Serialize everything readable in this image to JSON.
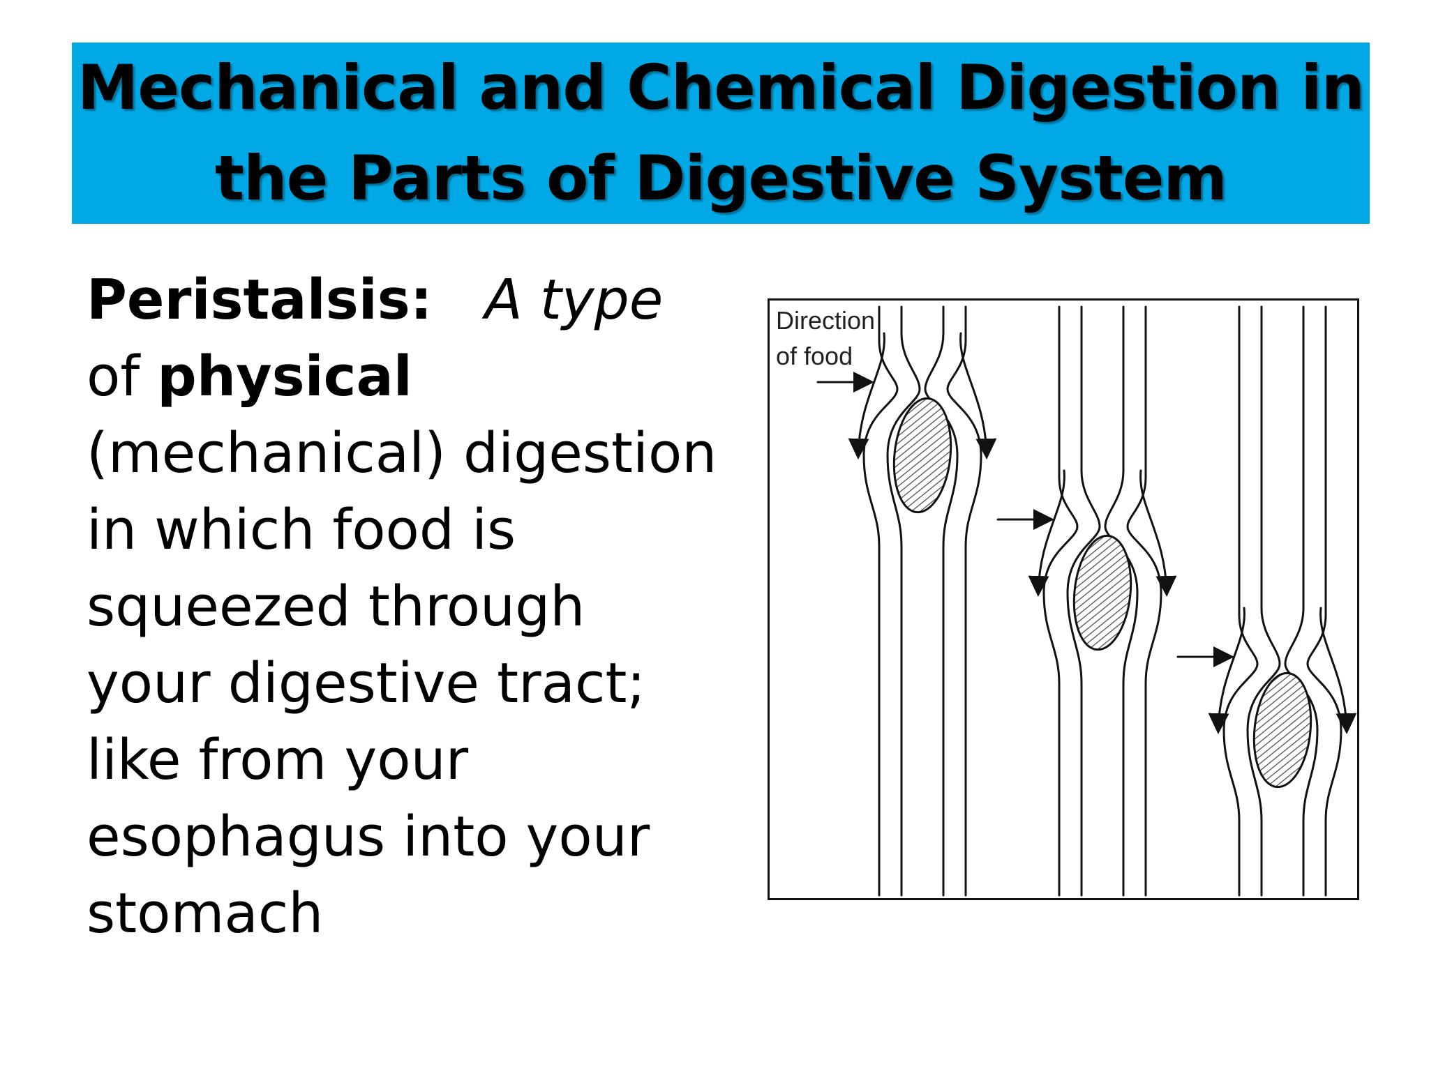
{
  "slide": {
    "title_line_1": "Mechanical and Chemical Digestion in",
    "title_line_2": "the Parts of Digestive System",
    "title_bg_color": "#00a9e6"
  },
  "body": {
    "term": "Peristalsis:",
    "line1_rest": "A type",
    "line2_prefix": "of",
    "line2_bold": "physical",
    "line3": "(mechanical) digestion",
    "line4": "in which food is",
    "line5": "squeezed through",
    "line6": "your digestive tract;",
    "line7": "like from your",
    "line8": "esophagus into your",
    "line9": "stomach"
  },
  "diagram": {
    "label_line_1": "Direction",
    "label_line_2": "of food",
    "stages": 3
  }
}
